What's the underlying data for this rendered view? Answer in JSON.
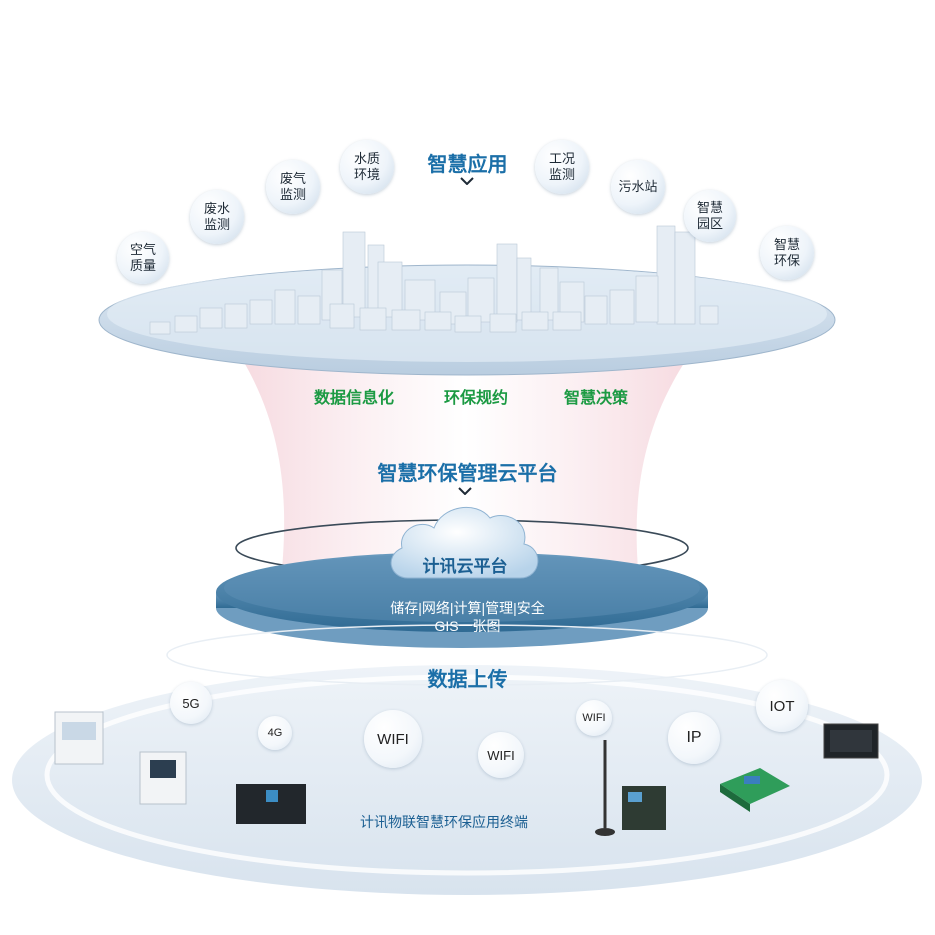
{
  "top": {
    "title": "智慧应用",
    "apps": [
      {
        "label": "空气\n质量"
      },
      {
        "label": "废水\n监测"
      },
      {
        "label": "废气\n监测"
      },
      {
        "label": "水质\n环境"
      },
      {
        "label": "工况\n监测"
      },
      {
        "label": "污水站"
      },
      {
        "label": "智慧\n园区"
      },
      {
        "label": "智慧\n环保"
      }
    ]
  },
  "features": [
    "数据信息化",
    "环保规约",
    "智慧决策"
  ],
  "platform": {
    "title": "智慧环保管理云平台",
    "cloud_label": "计讯云平台",
    "services": "储存|网络|计算|管理|安全",
    "gis": "GIS一张图"
  },
  "upload": {
    "title": "数据上传",
    "networks": [
      "5G",
      "4G",
      "WIFI",
      "WIFI",
      "WIFI",
      "IP",
      "IOT"
    ],
    "terminals_label": "计讯物联智慧环保应用终端"
  }
}
